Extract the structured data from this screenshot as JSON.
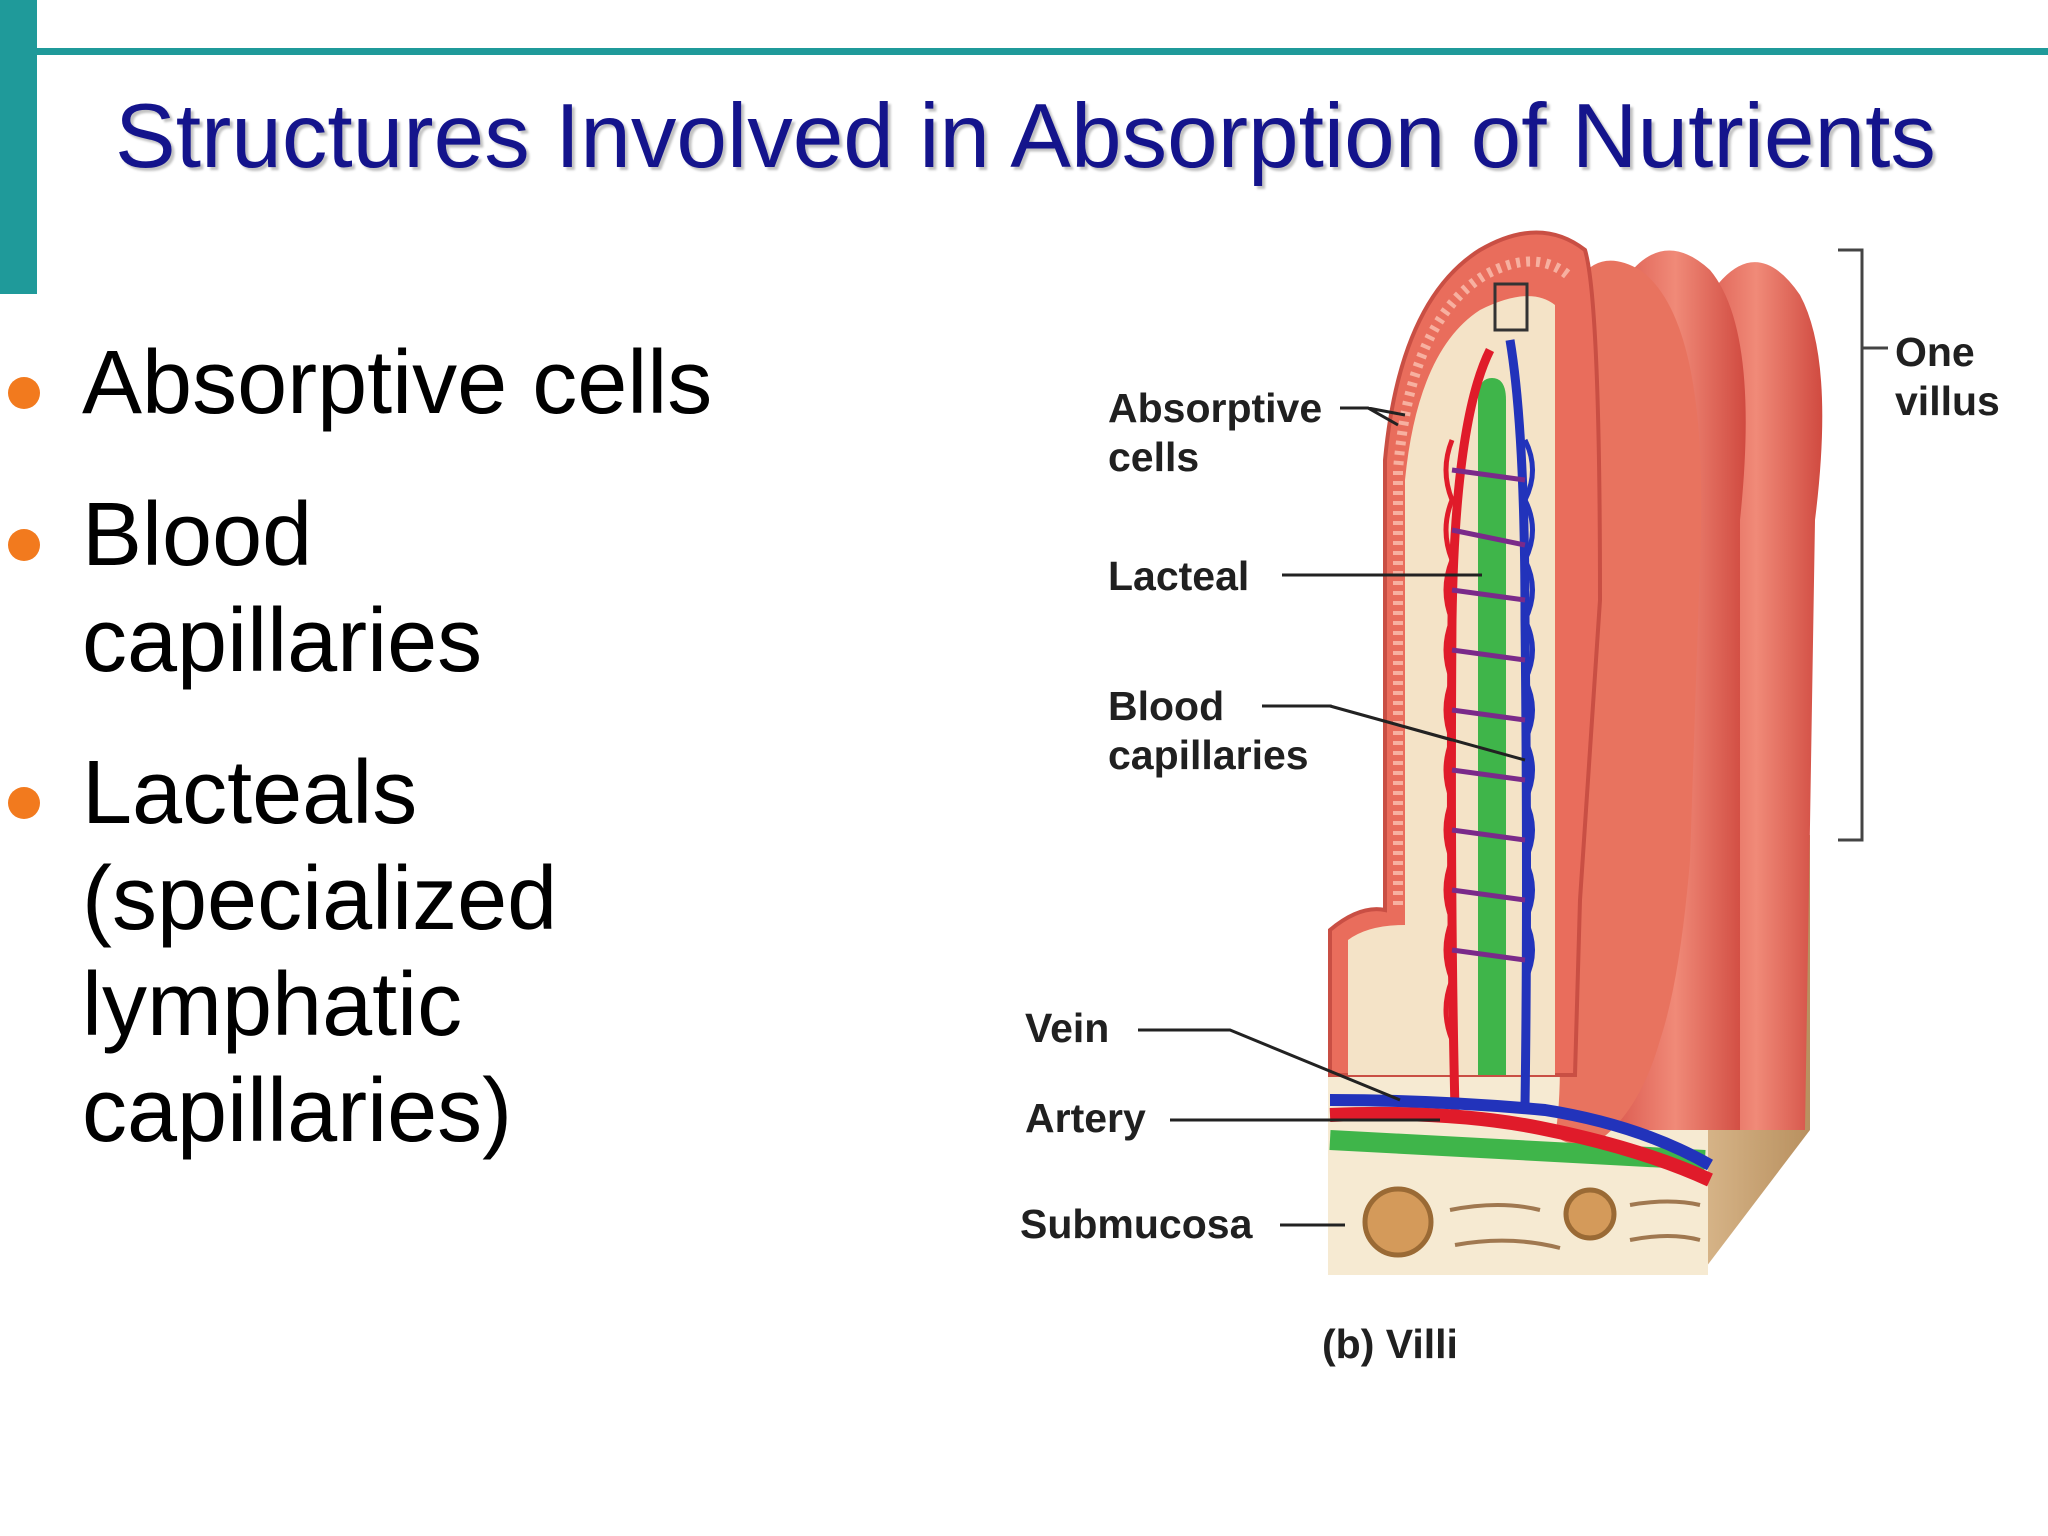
{
  "slide": {
    "title": "Structures Involved in Absorption of Nutrients",
    "bullets": [
      {
        "lines": [
          "Absorptive cells"
        ]
      },
      {
        "lines": [
          "Blood",
          "capillaries"
        ]
      },
      {
        "lines": [
          "Lacteals",
          "(specialized",
          "lymphatic",
          "capillaries)"
        ]
      }
    ]
  },
  "figure": {
    "labels": {
      "absorptive_cells": [
        "Absorptive",
        "cells"
      ],
      "lacteal": "Lacteal",
      "blood_capillaries": [
        "Blood",
        "capillaries"
      ],
      "vein": "Vein",
      "artery": "Artery",
      "submucosa": "Submucosa",
      "one_villus": [
        "One",
        "villus"
      ]
    },
    "caption": "(b) Villi"
  },
  "colors": {
    "accent": "#1f9a9a",
    "title": "#14148c",
    "bullet": "#f27a1e",
    "villus": "#e06a5a",
    "artery": "#e01b2a",
    "vein": "#2233bb",
    "lacteal": "#3fb54a"
  }
}
